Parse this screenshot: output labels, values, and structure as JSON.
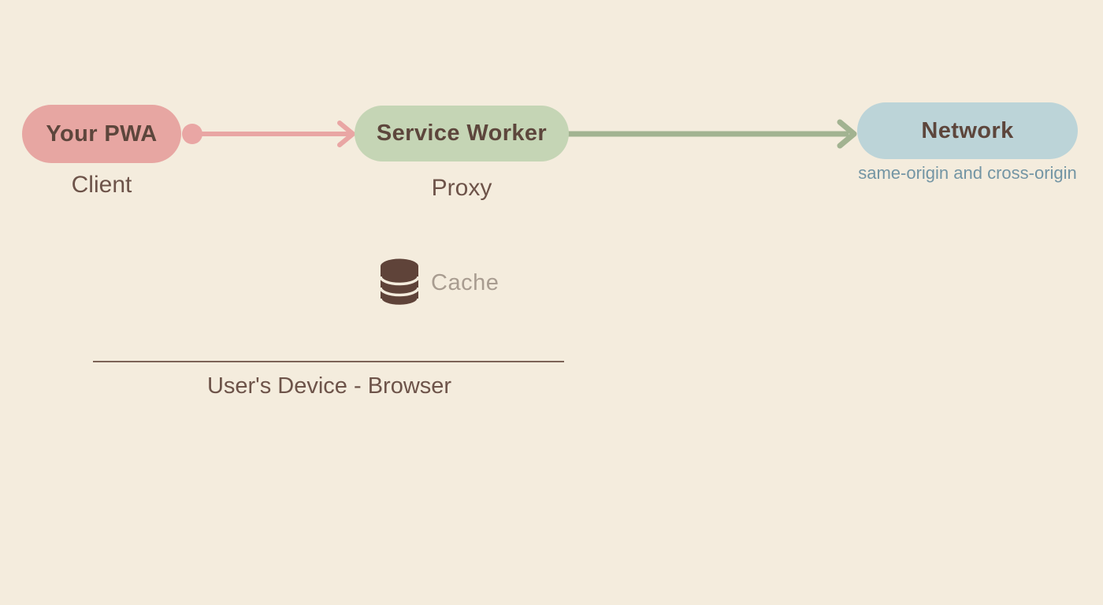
{
  "colors": {
    "bg": "#f4ecdd",
    "pill-pink": "#e7a6a2",
    "pill-green": "#c5d5b5",
    "pill-blue": "#bcd4d8",
    "arrow-pink": "#e9a6a4",
    "arrow-green": "#a2b391",
    "node-text": "#5d463c",
    "label-text": "#6d5349",
    "network-sub-text": "#7395a4",
    "cache-text": "#a89c90",
    "icon-brown": "#5f4339",
    "divider": "#7c6357"
  },
  "nodes": {
    "pwa": {
      "label": "Your PWA",
      "sublabel": "Client"
    },
    "service_worker": {
      "label": "Service Worker",
      "sublabel": "Proxy"
    },
    "network": {
      "label": "Network",
      "sublabel": "same-origin and cross-origin"
    }
  },
  "connectors": {
    "pwa_to_service_worker": "pink arrow with origin dot",
    "service_worker_to_network": "green arrow"
  },
  "cache": {
    "label": "Cache",
    "icon": "database-icon"
  },
  "device_boundary": {
    "label": "User's Device - Browser"
  }
}
